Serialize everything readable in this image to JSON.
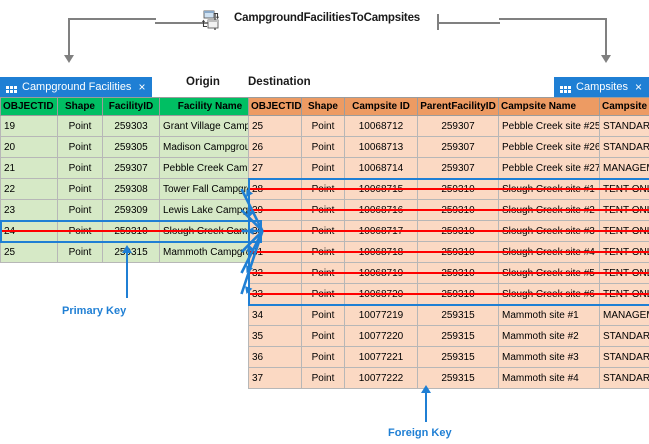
{
  "header": {
    "relationship_title": "CampgroundFacilitiesToCampsites",
    "relationship_icon": "relationship-class-icon"
  },
  "captions": {
    "origin": "Origin",
    "destination": "Destination"
  },
  "origin_table": {
    "tab_label": "Campground Facilities",
    "tab_icon": "table-grid-icon",
    "close_icon": "×",
    "header_color": "#00bf63",
    "row_color": "#d6e9c6",
    "columns": [
      "OBJECTID",
      "Shape",
      "FacilityID",
      "Facility Name"
    ],
    "rows": [
      {
        "objectid": "19",
        "shape": "Point",
        "facility_id": "259303",
        "facility_name": "Grant Village Campground",
        "deleted": false
      },
      {
        "objectid": "20",
        "shape": "Point",
        "facility_id": "259305",
        "facility_name": "Madison Campground",
        "deleted": false
      },
      {
        "objectid": "21",
        "shape": "Point",
        "facility_id": "259307",
        "facility_name": "Pebble Creek Campground",
        "deleted": false
      },
      {
        "objectid": "22",
        "shape": "Point",
        "facility_id": "259308",
        "facility_name": "Tower Fall Campground",
        "deleted": false
      },
      {
        "objectid": "23",
        "shape": "Point",
        "facility_id": "259309",
        "facility_name": "Lewis Lake Campground",
        "deleted": false
      },
      {
        "objectid": "24",
        "shape": "Point",
        "facility_id": "259310",
        "facility_name": "Slough Creek Campground",
        "deleted": true
      },
      {
        "objectid": "25",
        "shape": "Point",
        "facility_id": "259315",
        "facility_name": "Mammoth Campground",
        "deleted": false
      }
    ]
  },
  "destination_table": {
    "tab_label": "Campsites",
    "tab_icon": "table-grid-icon",
    "close_icon": "×",
    "header_color": "#ed9b63",
    "row_color": "#fbd9c3",
    "columns": [
      "OBJECTID",
      "Shape",
      "Campsite ID",
      "ParentFacilityID",
      "Campsite Name",
      "Campsite Type"
    ],
    "rows": [
      {
        "objectid": "25",
        "shape": "Point",
        "campsite_id": "10068712",
        "parent_facility_id": "259307",
        "campsite_name": "Pebble Creek site #25",
        "campsite_type": "STANDARD NONELECTRIC",
        "deleted": false
      },
      {
        "objectid": "26",
        "shape": "Point",
        "campsite_id": "10068713",
        "parent_facility_id": "259307",
        "campsite_name": "Pebble Creek site #26",
        "campsite_type": "STANDARD NONELECTRIC",
        "deleted": false
      },
      {
        "objectid": "27",
        "shape": "Point",
        "campsite_id": "10068714",
        "parent_facility_id": "259307",
        "campsite_name": "Pebble Creek site #27",
        "campsite_type": "MANAGEMENT",
        "deleted": false
      },
      {
        "objectid": "28",
        "shape": "Point",
        "campsite_id": "10068715",
        "parent_facility_id": "259310",
        "campsite_name": "Slough Creek site #1",
        "campsite_type": "TENT ONLY NONELECTRIC",
        "deleted": true
      },
      {
        "objectid": "29",
        "shape": "Point",
        "campsite_id": "10068716",
        "parent_facility_id": "259310",
        "campsite_name": "Slough Creek site #2",
        "campsite_type": "TENT ONLY NONELECTRIC",
        "deleted": true
      },
      {
        "objectid": "30",
        "shape": "Point",
        "campsite_id": "10068717",
        "parent_facility_id": "259310",
        "campsite_name": "Slough Creek site #3",
        "campsite_type": "TENT ONLY NONELECTRIC",
        "deleted": true
      },
      {
        "objectid": "31",
        "shape": "Point",
        "campsite_id": "10068718",
        "parent_facility_id": "259310",
        "campsite_name": "Slough Creek site #4",
        "campsite_type": "TENT ONLY NONELECTRIC",
        "deleted": true
      },
      {
        "objectid": "32",
        "shape": "Point",
        "campsite_id": "10068719",
        "parent_facility_id": "259310",
        "campsite_name": "Slough Creek site #5",
        "campsite_type": "TENT ONLY NONELECTRIC",
        "deleted": true
      },
      {
        "objectid": "33",
        "shape": "Point",
        "campsite_id": "10068720",
        "parent_facility_id": "259310",
        "campsite_name": "Slough Creek site #6",
        "campsite_type": "TENT ONLY NONELECTRIC",
        "deleted": true
      },
      {
        "objectid": "34",
        "shape": "Point",
        "campsite_id": "10077219",
        "parent_facility_id": "259315",
        "campsite_name": "Mammoth site #1",
        "campsite_type": "MANAGEMENT",
        "deleted": false
      },
      {
        "objectid": "35",
        "shape": "Point",
        "campsite_id": "10077220",
        "parent_facility_id": "259315",
        "campsite_name": "Mammoth site #2",
        "campsite_type": "STANDARD NONELECTRIC",
        "deleted": false
      },
      {
        "objectid": "36",
        "shape": "Point",
        "campsite_id": "10077221",
        "parent_facility_id": "259315",
        "campsite_name": "Mammoth site #3",
        "campsite_type": "STANDARD NONELECTRIC",
        "deleted": false
      },
      {
        "objectid": "37",
        "shape": "Point",
        "campsite_id": "10077222",
        "parent_facility_id": "259315",
        "campsite_name": "Mammoth site #4",
        "campsite_type": "STANDARD NONELECTRIC",
        "deleted": false
      }
    ]
  },
  "annotations": {
    "primary_key": "Primary Key",
    "foreign_key": "Foreign Key",
    "accent_color": "#1f7fd4",
    "delete_color": "#ff0000"
  }
}
